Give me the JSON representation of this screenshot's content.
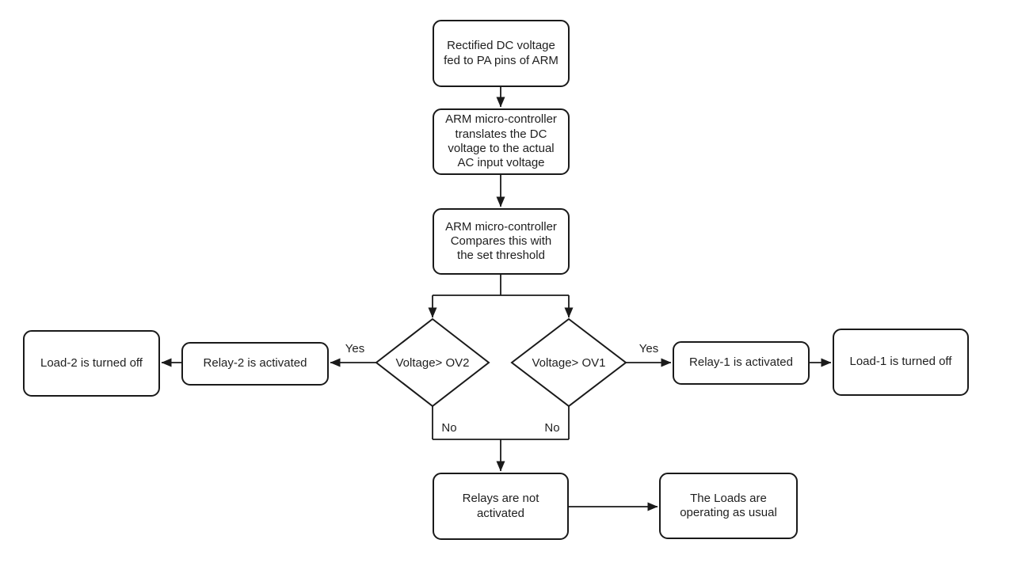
{
  "diagram": {
    "type": "flowchart",
    "nodes": {
      "rectified_dc": {
        "label": "Rectified DC voltage\nfed to PA pins of ARM"
      },
      "arm_translates": {
        "label": "ARM micro-controller\ntranslates the DC\nvoltage to the actual\nAC input voltage"
      },
      "arm_compares": {
        "label": "ARM micro-controller\nCompares this with\nthe set threshold"
      },
      "decision_ov2": {
        "label": "Voltage> OV2"
      },
      "decision_ov1": {
        "label": "Voltage> OV1"
      },
      "relay2": {
        "label": "Relay-2 is activated"
      },
      "load2": {
        "label": "Load-2 is turned off"
      },
      "relay1": {
        "label": "Relay-1 is activated"
      },
      "load1": {
        "label": "Load-1 is turned off"
      },
      "relays_not_activated": {
        "label": "Relays are not\nactivated"
      },
      "loads_usual": {
        "label": "The Loads are\noperating as usual"
      }
    },
    "edge_labels": {
      "yes_left": "Yes",
      "yes_right": "Yes",
      "no_left": "No",
      "no_right": "No"
    },
    "colors": {
      "stroke": "#1a1a1a",
      "text": "#1f1f1f",
      "background": "#ffffff"
    }
  }
}
